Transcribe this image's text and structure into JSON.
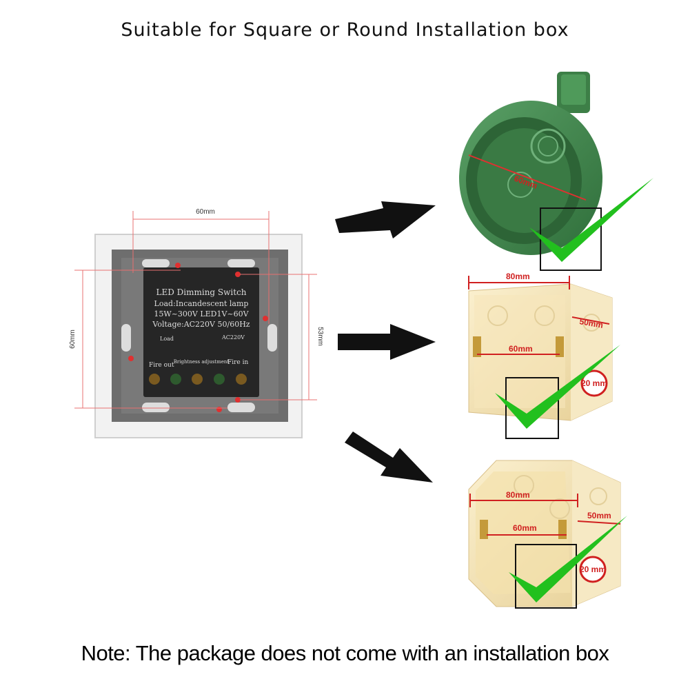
{
  "title": "Suitable for Square or Round Installation box",
  "note": "Note: The package does not come with an installation box",
  "switch": {
    "dim_width": "60mm",
    "dim_height": "60mm",
    "dim_side": "53mm",
    "label_lines": [
      "LED Dimming Switch",
      "Load:Incandescent lamp",
      "15W~300V   LED1V~60V",
      "Voltage:AC220V 50/60Hz"
    ],
    "terminal_load": "Load",
    "terminal_ac": "AC220V",
    "terminal_fire_out": "Fire out",
    "terminal_brightness": "Brightness adjustment",
    "terminal_fire_in": "Fire in"
  },
  "boxes": [
    {
      "kind": "round",
      "dim_inner": "60mm"
    },
    {
      "kind": "square",
      "dim_width": "80mm",
      "dim_depth": "50mm",
      "dim_inner": "60mm",
      "badge": "20 mm"
    },
    {
      "kind": "octagonal",
      "dim_width": "80mm",
      "dim_depth": "50mm",
      "dim_inner": "60mm",
      "badge": "20 mm"
    }
  ],
  "colors": {
    "check": "#22c01e",
    "dim_line": "#e05050",
    "round_box": "#3f8a4a",
    "square_box": "#f4e3b8",
    "switch_body": "#2a2a2a"
  }
}
